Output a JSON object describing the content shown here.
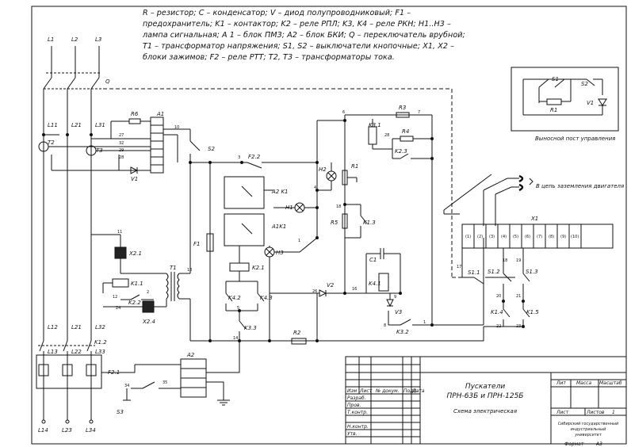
{
  "legend": [
    "R – резистор; C – конденсатор; V – диод полупроводниковый;  F1 –",
    "предохранитель; K1 – контактор; K2 – реле РПЛ; K3, K4 – реле РКН; H1..H3 –",
    "лампа сигнальная; A 1 – блок ПМЗ; A2 – блок БКИ; Q – переключатель врубной;",
    "T1 – трансформатор напряжения; S1, S2 – выключатели кнопочные; X1, X2 –",
    "блоки зажимов; F2 – реле РТТ; T2, T3 – трансформаторы тока."
  ],
  "labels": {
    "L1": "L1",
    "L2": "L2",
    "L3": "L3",
    "Q": "Q",
    "L11": "L11",
    "L21": "L21",
    "L31": "L31",
    "T2": "T2",
    "T3": "T3",
    "R6": "R6",
    "A1": "A1",
    "V1": "V1",
    "S2": "S2",
    "F22": "F2.2",
    "K41": "K4.1",
    "K31": "K3.1",
    "A2K1": "A2 K1",
    "A1K1": "A1K1",
    "H1": "H1",
    "H2": "H2",
    "H3": "H3",
    "F1": "F1",
    "K21": "K2.1",
    "K42": "K4.2",
    "K43": "K4.3",
    "K33": "K3.3",
    "X21": "X2.1",
    "X24": "X2.4",
    "K11": "K1.1",
    "K22": "K2.2",
    "T1": "T1",
    "R1": "R1",
    "R3": "R3",
    "R4": "R4",
    "R5": "R5",
    "R2": "R2",
    "K23": "K2.3",
    "K13": "K1.3",
    "C1": "C1",
    "K4_1": "K4.1",
    "V2": "V2",
    "V3": "V3",
    "K32": "K3.2",
    "A2": "A2",
    "F21": "F2.1",
    "S3": "S3",
    "L12": "L12",
    "L22": "L21",
    "L32": "L32",
    "L13": "L13",
    "L23b": "L22",
    "L33": "L33",
    "L14": "L14",
    "L24": "L23",
    "L34": "L34",
    "K12": "K1.2",
    "X1": "X1",
    "S11": "S1.1",
    "S12": "S1.2",
    "S13": "S1.3",
    "K14": "K1.4",
    "K15": "K1.5",
    "S1": "S1",
    "S2r": "S2",
    "R1r": "R1",
    "V1r": "V1",
    "remote_caption": "Выносной пост управления",
    "motor_circuit": "В цепь заземления двигателя"
  },
  "wire_numbers": {
    "n6": "6",
    "n7": "7",
    "n28a": "28",
    "n8": "8",
    "n9": "9",
    "n1": "1",
    "n16": "16",
    "n26": "26",
    "n18": "18",
    "n17": "17",
    "n19": "19",
    "n20": "20",
    "n21": "21",
    "n22": "22",
    "n23": "23",
    "n13": "13",
    "n14": "14",
    "n11": "11",
    "n12": "12",
    "n2": "2",
    "n24": "24",
    "n34": "34",
    "n35": "35",
    "n5": "5",
    "n3": "3",
    "n4": "4",
    "n10": "10",
    "n32": "32",
    "n29": "29",
    "n27": "27",
    "n28": "28",
    "n2b": "2"
  },
  "terminals_x1": [
    "(1)",
    "(2)",
    "(3)",
    "(4)",
    "(5)",
    "(6)",
    "(7)",
    "(8)",
    "(9)",
    "(10)"
  ],
  "title_block": {
    "title_line1": "Пускатели",
    "title_line2": "ПРН-63Б и ПРН-125Б",
    "subtitle": "Схема электрическая",
    "col_izm": "Изм",
    "col_list": "Лист",
    "col_ndoc": "№ докум.",
    "col_podp": "Подп.",
    "col_data": "Дата",
    "razrab": "Разраб.",
    "prov": "Пров.",
    "tkontr": "Т.контр.",
    "nkontr": "Н.контр.",
    "utv": "Утв.",
    "lit": "Лит",
    "massa": "Масса",
    "masshtab": "Масштаб",
    "sheet_label": "Лист",
    "sheets_label": "Листов",
    "sheets_value": "1",
    "org_line1": "Сибирский государственный",
    "org_line2": "индустриальный",
    "org_line3": "университет",
    "format_label": "Формат",
    "format_value": "А3"
  }
}
